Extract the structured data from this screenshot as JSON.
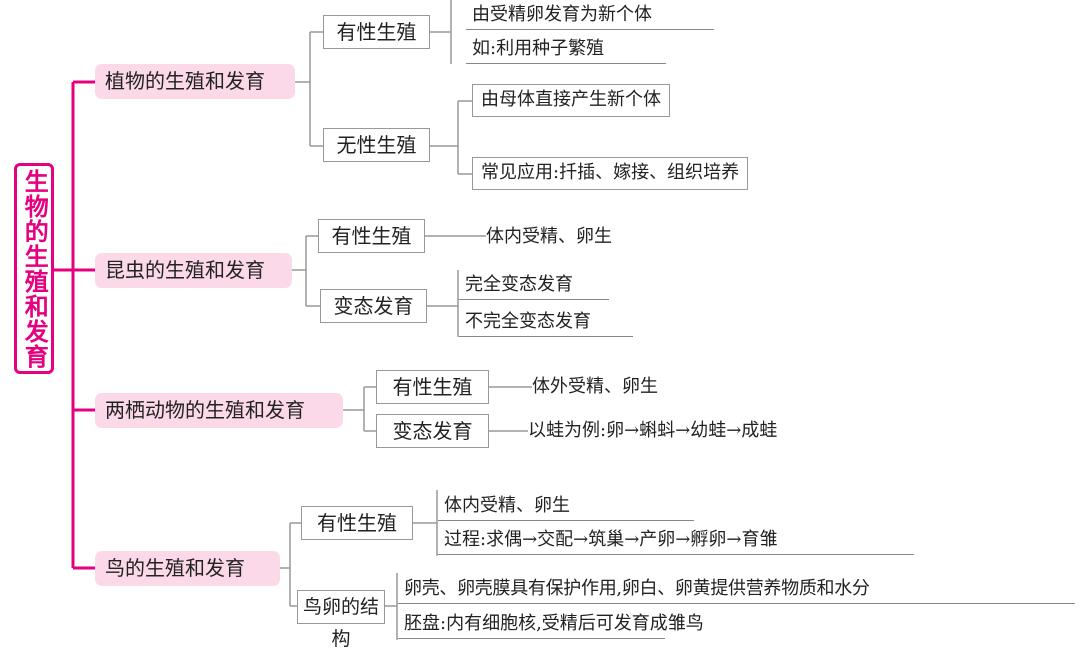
{
  "root": "生物的生殖和发育",
  "branches": [
    {
      "title": "植物的生殖和发育",
      "sub": [
        {
          "title": "有性生殖",
          "items": [
            "由受精卵发育为新个体",
            "如:利用种子繁殖"
          ]
        },
        {
          "title": "无性生殖",
          "items": [
            "由母体直接产生新个体",
            "常见应用:扦插、嫁接、组织培养"
          ]
        }
      ]
    },
    {
      "title": "昆虫的生殖和发育",
      "sub": [
        {
          "title": "有性生殖",
          "items": [
            "体内受精、卵生"
          ]
        },
        {
          "title": "变态发育",
          "items": [
            "完全变态发育",
            "不完全变态发育"
          ]
        }
      ]
    },
    {
      "title": "两栖动物的生殖和发育",
      "sub": [
        {
          "title": "有性生殖",
          "items": [
            "体外受精、卵生"
          ]
        },
        {
          "title": "变态发育",
          "items": [
            "以蛙为例:卵→蝌蚪→幼蛙→成蛙"
          ]
        }
      ]
    },
    {
      "title": "鸟的生殖和发育",
      "sub": [
        {
          "title": "有性生殖",
          "items": [
            "体内受精、卵生",
            "过程:求偶→交配→筑巢→产卵→孵卵→育雏"
          ]
        },
        {
          "title": "鸟卵的结构",
          "items": [
            "卵壳、卵壳膜具有保护作用,卵白、卵黄提供营养物质和水分",
            "胚盘:内有细胞核,受精后可发育成雏鸟"
          ]
        }
      ]
    }
  ],
  "colors": {
    "accent": "#e4007f",
    "branch_fill": "#fbd9e8",
    "line": "#999999"
  }
}
